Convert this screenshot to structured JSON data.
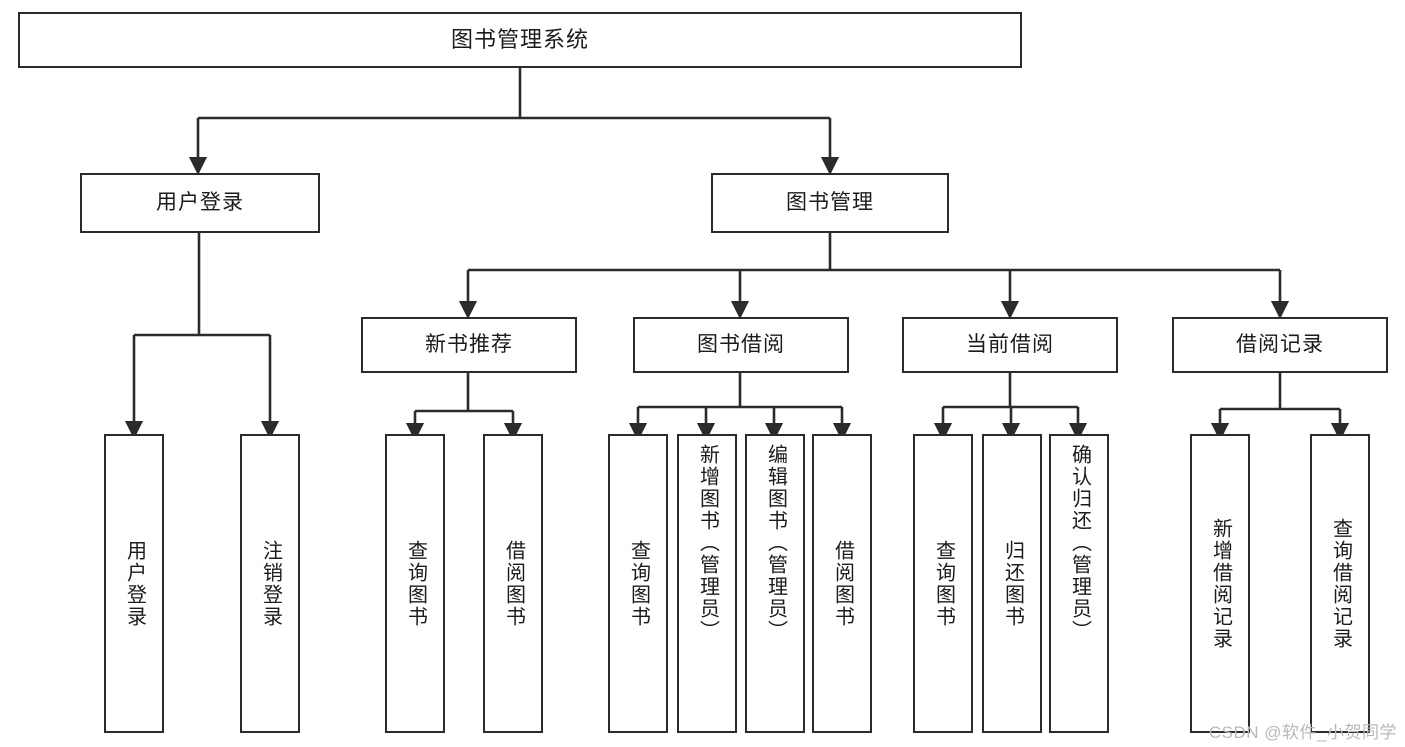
{
  "diagram": {
    "type": "tree",
    "title": "图书管理系统",
    "root": {
      "label": "图书管理系统"
    },
    "level2": [
      {
        "label": "用户登录"
      },
      {
        "label": "图书管理"
      }
    ],
    "level3": [
      {
        "label": "新书推荐"
      },
      {
        "label": "图书借阅"
      },
      {
        "label": "当前借阅"
      },
      {
        "label": "借阅记录"
      }
    ],
    "leaves": {
      "user_login": [
        {
          "label": "用户登录"
        },
        {
          "label": "注销登录"
        }
      ],
      "new_book_recommend": [
        {
          "label": "查询图书"
        },
        {
          "label": "借阅图书"
        }
      ],
      "book_borrow": [
        {
          "label": "查询图书"
        },
        {
          "label": "新增图书（管理员）"
        },
        {
          "label": "编辑图书（管理员）"
        },
        {
          "label": "借阅图书"
        }
      ],
      "current_borrow": [
        {
          "label": "查询图书"
        },
        {
          "label": "归还图书"
        },
        {
          "label": "确认归还（管理员）"
        }
      ],
      "borrow_record": [
        {
          "label": "新增借阅记录"
        },
        {
          "label": "查询借阅记录"
        }
      ]
    }
  },
  "watermark": {
    "text": "CSDN @软件_小贺同学"
  },
  "colors": {
    "stroke": "#2b2b2b",
    "text": "#1b1b1b",
    "background": "#ffffff",
    "watermark": "#b9b9b9"
  }
}
